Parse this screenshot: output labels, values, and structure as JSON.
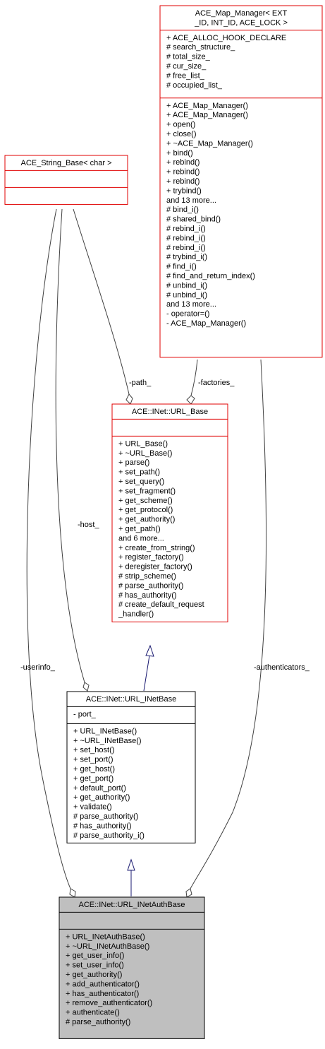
{
  "classes": {
    "map_manager": {
      "title_lines": [
        "ACE_Map_Manager< EXT",
        "_ID, INT_ID, ACE_LOCK >"
      ],
      "attributes": [
        "+ ACE_ALLOC_HOOK_DECLARE",
        "# search_structure_",
        "# total_size_",
        "# cur_size_",
        "# free_list_",
        "# occupied_list_"
      ],
      "methods": [
        "+ ACE_Map_Manager()",
        "+ ACE_Map_Manager()",
        "+ open()",
        "+ close()",
        "+ ~ACE_Map_Manager()",
        "+ bind()",
        "+ rebind()",
        "+ rebind()",
        "+ rebind()",
        "+ trybind()",
        "and 13 more...",
        "# bind_i()",
        "# shared_bind()",
        "# rebind_i()",
        "# rebind_i()",
        "# rebind_i()",
        "# trybind_i()",
        "# find_i()",
        "# find_and_return_index()",
        "# unbind_i()",
        "# unbind_i()",
        "and 13 more...",
        "- operator=()",
        "- ACE_Map_Manager()"
      ]
    },
    "string_base": {
      "title_lines": [
        "ACE_String_Base< char >"
      ],
      "attributes": [],
      "methods": []
    },
    "url_base": {
      "title_lines": [
        "ACE::INet::URL_Base"
      ],
      "attributes": [],
      "methods": [
        "+ URL_Base()",
        "+ ~URL_Base()",
        "+ parse()",
        "+ set_path()",
        "+ set_query()",
        "+ set_fragment()",
        "+ get_scheme()",
        "+ get_protocol()",
        "+ get_authority()",
        "+ get_path()",
        "and 6 more...",
        "+ create_from_string()",
        "+ register_factory()",
        "+ deregister_factory()",
        "# strip_scheme()",
        "# parse_authority()",
        "# has_authority()",
        "# create_default_request",
        "_handler()"
      ]
    },
    "url_inetbase": {
      "title_lines": [
        "ACE::INet::URL_INetBase"
      ],
      "attributes": [
        "- port_"
      ],
      "methods": [
        "+ URL_INetBase()",
        "+ ~URL_INetBase()",
        "+ set_host()",
        "+ set_port()",
        "+ get_host()",
        "+ get_port()",
        "+ default_port()",
        "+ get_authority()",
        "+ validate()",
        "# parse_authority()",
        "# has_authority()",
        "# parse_authority_i()"
      ]
    },
    "url_inetauthbase": {
      "title_lines": [
        "ACE::INet::URL_INetAuthBase"
      ],
      "attributes": [],
      "methods": [
        "+ URL_INetAuthBase()",
        "+ ~URL_INetAuthBase()",
        "+ get_user_info()",
        "+ set_user_info()",
        "+ get_authority()",
        "+ add_authenticator()",
        "+ has_authenticator()",
        "+ remove_authenticator()",
        "+ authenticate()",
        "# parse_authority()"
      ]
    }
  },
  "edge_labels": {
    "path": "-path_",
    "factories": "-factories_",
    "host": "-host_",
    "userinfo": "-userinfo_",
    "authenticators": "-authenticators_"
  },
  "colors": {
    "highlight_border": "#e00000",
    "normal_border": "#000000",
    "focus_fill": "#bfbfbf",
    "inheritance_edge": "#191970",
    "usage_edge": "#404040"
  }
}
